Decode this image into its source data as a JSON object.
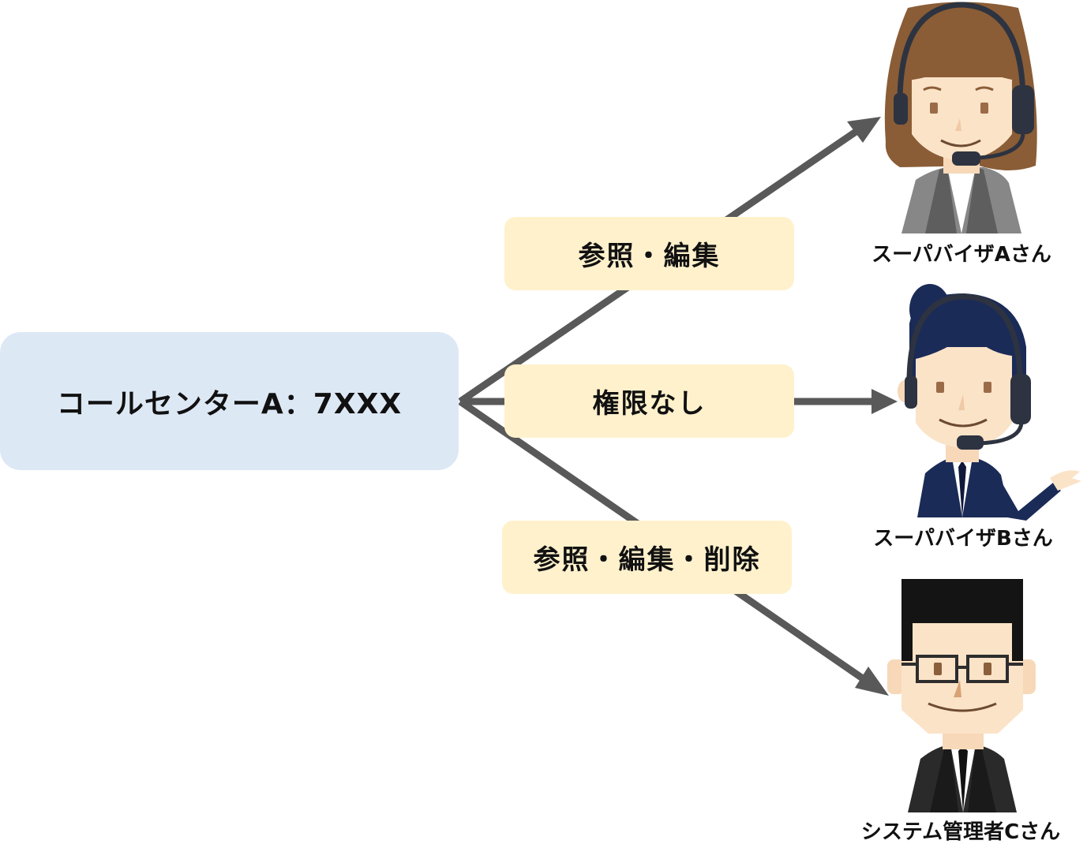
{
  "source": {
    "label": "コールセンターA：7XXX"
  },
  "permissions": [
    {
      "label": "参照・編集"
    },
    {
      "label": "権限なし"
    },
    {
      "label": "参照・編集・削除"
    }
  ],
  "people": [
    {
      "label": "スーパバイザAさん",
      "icon": "female-operator-icon"
    },
    {
      "label": "スーパバイザBさん",
      "icon": "female-operator-ponytail-icon"
    },
    {
      "label": "システム管理者Cさん",
      "icon": "male-admin-glasses-icon"
    }
  ],
  "colors": {
    "source_box": "#dde8f5",
    "permission_box": "#fff1cc",
    "arrow": "#595959"
  }
}
